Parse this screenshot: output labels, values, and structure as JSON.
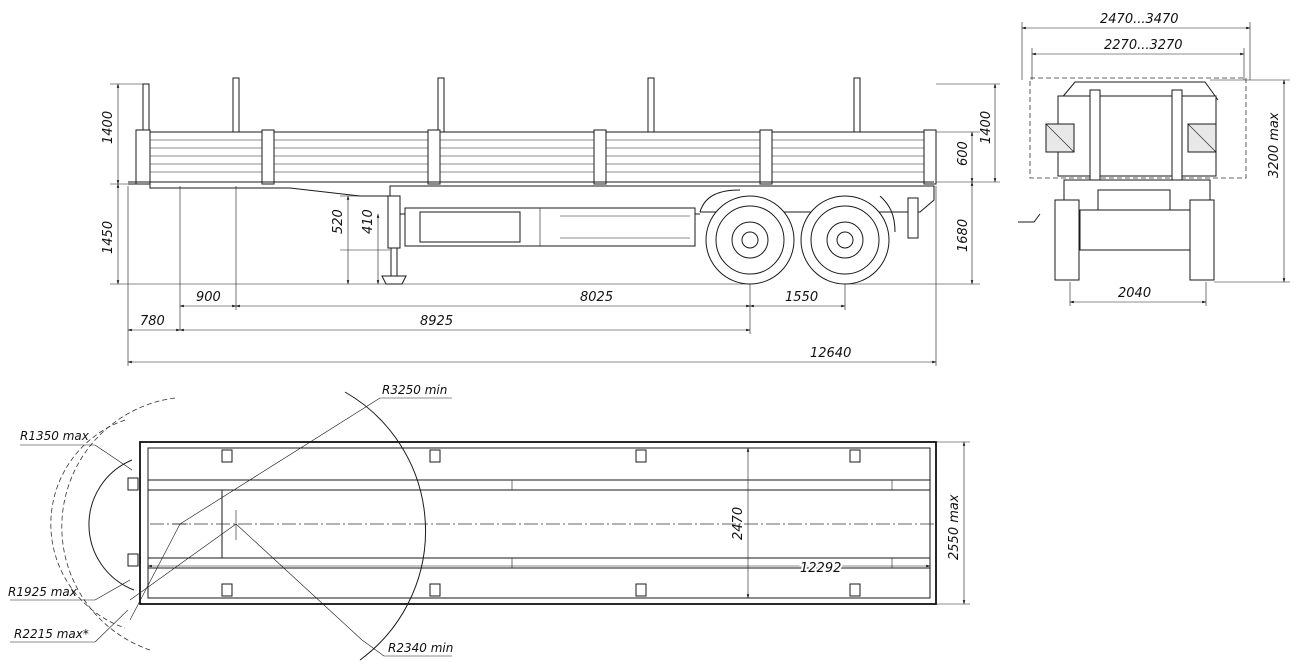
{
  "side_view": {
    "dims": {
      "h_1400": "1400",
      "h_1450": "1450",
      "h_520": "520",
      "h_410": "410",
      "h_1400_right": "1400",
      "h_600": "600",
      "h_1680": "1680",
      "d_900": "900",
      "d_8025": "8025",
      "d_1550": "1550",
      "d_780": "780",
      "d_8925": "8925",
      "d_12640": "12640"
    }
  },
  "rear_view": {
    "dims": {
      "w_top": "2470...3470",
      "w_inner": "2270...3270",
      "h_max": "3200 max",
      "track": "2040"
    }
  },
  "top_view": {
    "labels": {
      "r3250": "R3250 min",
      "r1350": "R1350  max",
      "r1925": "R1925 max",
      "r2215": "R2215 max*",
      "r2340": "R2340 min"
    },
    "dims": {
      "inner_width": "2470",
      "outer_width": "2550 max",
      "inner_length": "12292"
    }
  }
}
